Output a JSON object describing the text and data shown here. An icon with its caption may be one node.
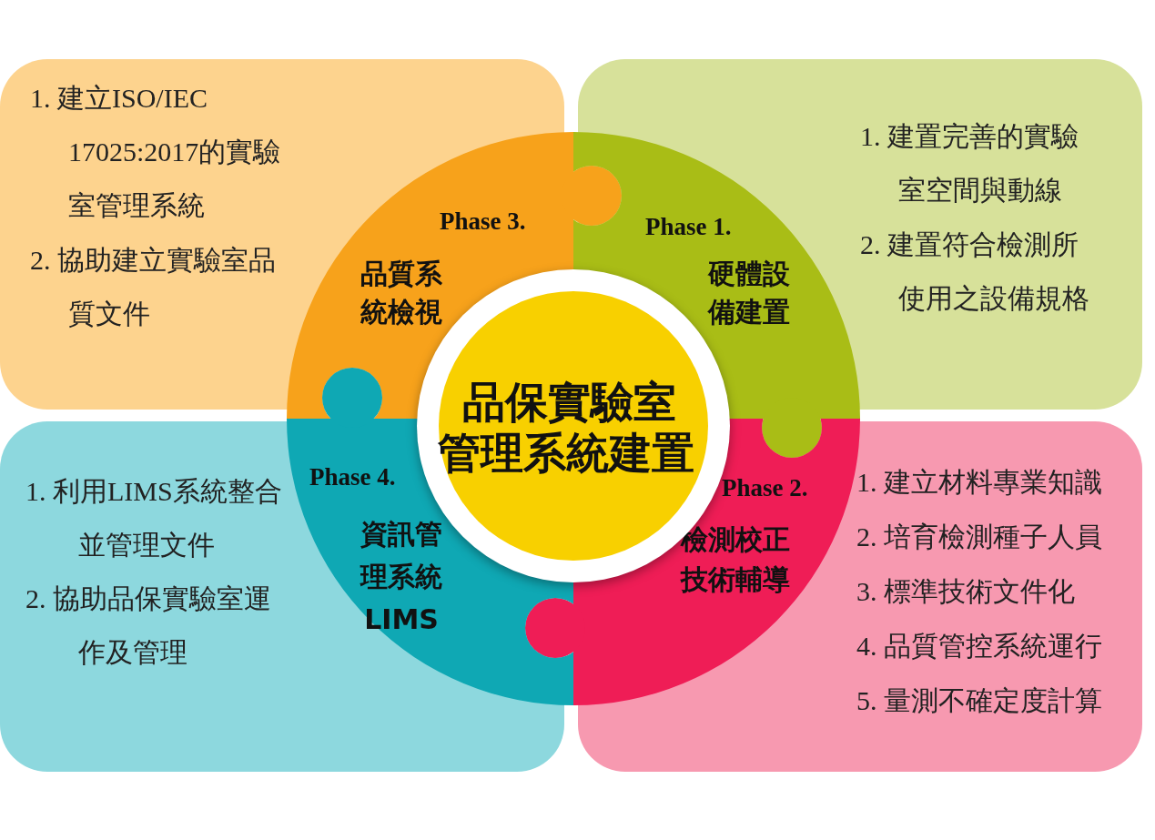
{
  "diagram": {
    "nodes": [
      {
        "text": [
          "1. 建立ISO/IEC 17025:2017的實驗室管理系統",
          "2. 協助建立實驗室品質文件"
        ]
      },
      {
        "text": [
          "1. 建置完善的實驗室空間與動線",
          "2. 建置符合檢測所使用之設備規格"
        ]
      },
      {
        "text": [
          "1. 利用LIMS系統整合並管理文件",
          "2. 協助品保實驗室運作及管理"
        ]
      },
      {
        "text": [
          "1. 建立材料專業知識",
          "2. 培育檢測種子人員",
          "3. 標準技術文件化",
          "4. 品質管控系統運行",
          "5. 量測不確定度計算"
        ]
      },
      {
        "text": [
          "Phase 3.",
          "品質系統檢視"
        ]
      },
      {
        "text": [
          "Phase 1.",
          "硬體設備建置"
        ]
      },
      {
        "text": [
          "Phase 4.",
          "資訊管理系統LIMS"
        ]
      },
      {
        "text": [
          "Phase 2.",
          "檢測校正技術輔導"
        ]
      },
      {
        "text": [
          "品保實驗室管理系統建置"
        ]
      }
    ]
  }
}
